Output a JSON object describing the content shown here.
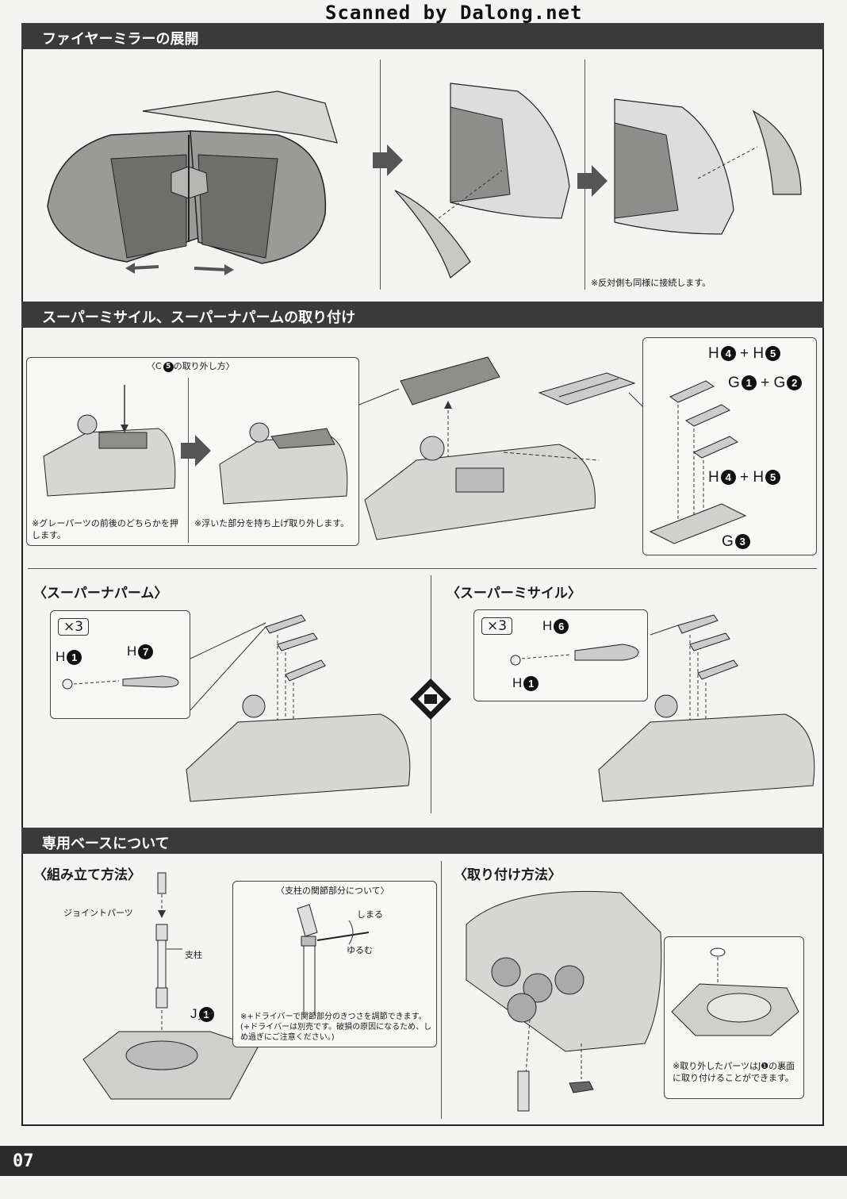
{
  "watermark": "Scanned by Dalong.net",
  "sections": {
    "fire_mirror": {
      "title": "ファイヤーミラーの展開",
      "note": "※反対側も同様に接続します。"
    },
    "missiles": {
      "title": "スーパーミサイル、スーパーナパームの取り付け",
      "c5_box_title": "〈C",
      "c5_num": "5",
      "c5_box_title_rest": "の取り外し方〉",
      "note_left": "※グレーパーツの前後のどちらかを押します。",
      "note_right": "※浮いた部分を持ち上げ取り外します。",
      "parts": {
        "h4_h5_top": {
          "a": "H",
          "an": "4",
          "plus": "+",
          "b": "H",
          "bn": "5"
        },
        "g1_g2": {
          "a": "G",
          "an": "1",
          "plus": "+",
          "b": "G",
          "bn": "2"
        },
        "h4_h5_bottom": {
          "a": "H",
          "an": "4",
          "plus": "+",
          "b": "H",
          "bn": "5"
        },
        "g3": {
          "a": "G",
          "an": "3"
        }
      }
    },
    "napalm": {
      "title": "〈スーパーナパーム〉",
      "multiplier": "×3",
      "h1": {
        "a": "H",
        "an": "1"
      },
      "h7": {
        "a": "H",
        "an": "7"
      }
    },
    "missile": {
      "title": "〈スーパーミサイル〉",
      "multiplier": "×3",
      "h6": {
        "a": "H",
        "an": "6"
      },
      "h1": {
        "a": "H",
        "an": "1"
      }
    },
    "base": {
      "title": "専用ベースについて",
      "assembly_title": "〈組み立て方法〉",
      "joint_label": "ジョイントパーツ",
      "pillar_label": "支柱",
      "j1": {
        "a": "J",
        "an": "1"
      },
      "joint_box_title": "〈支柱の関節部分について〉",
      "tighten": "しまる",
      "loosen": "ゆるむ",
      "joint_note": "※+ドライバーで関節部分のきつさを調節できます。(+ドライバーは別売です。破損の原因になるため、しめ過ぎにご注意ください。)",
      "attach_title": "〈取り付け方法〉",
      "attach_note": "※取り外したパーツはJ❶の裏面に取り付けることができます。"
    }
  },
  "page_number": "07"
}
